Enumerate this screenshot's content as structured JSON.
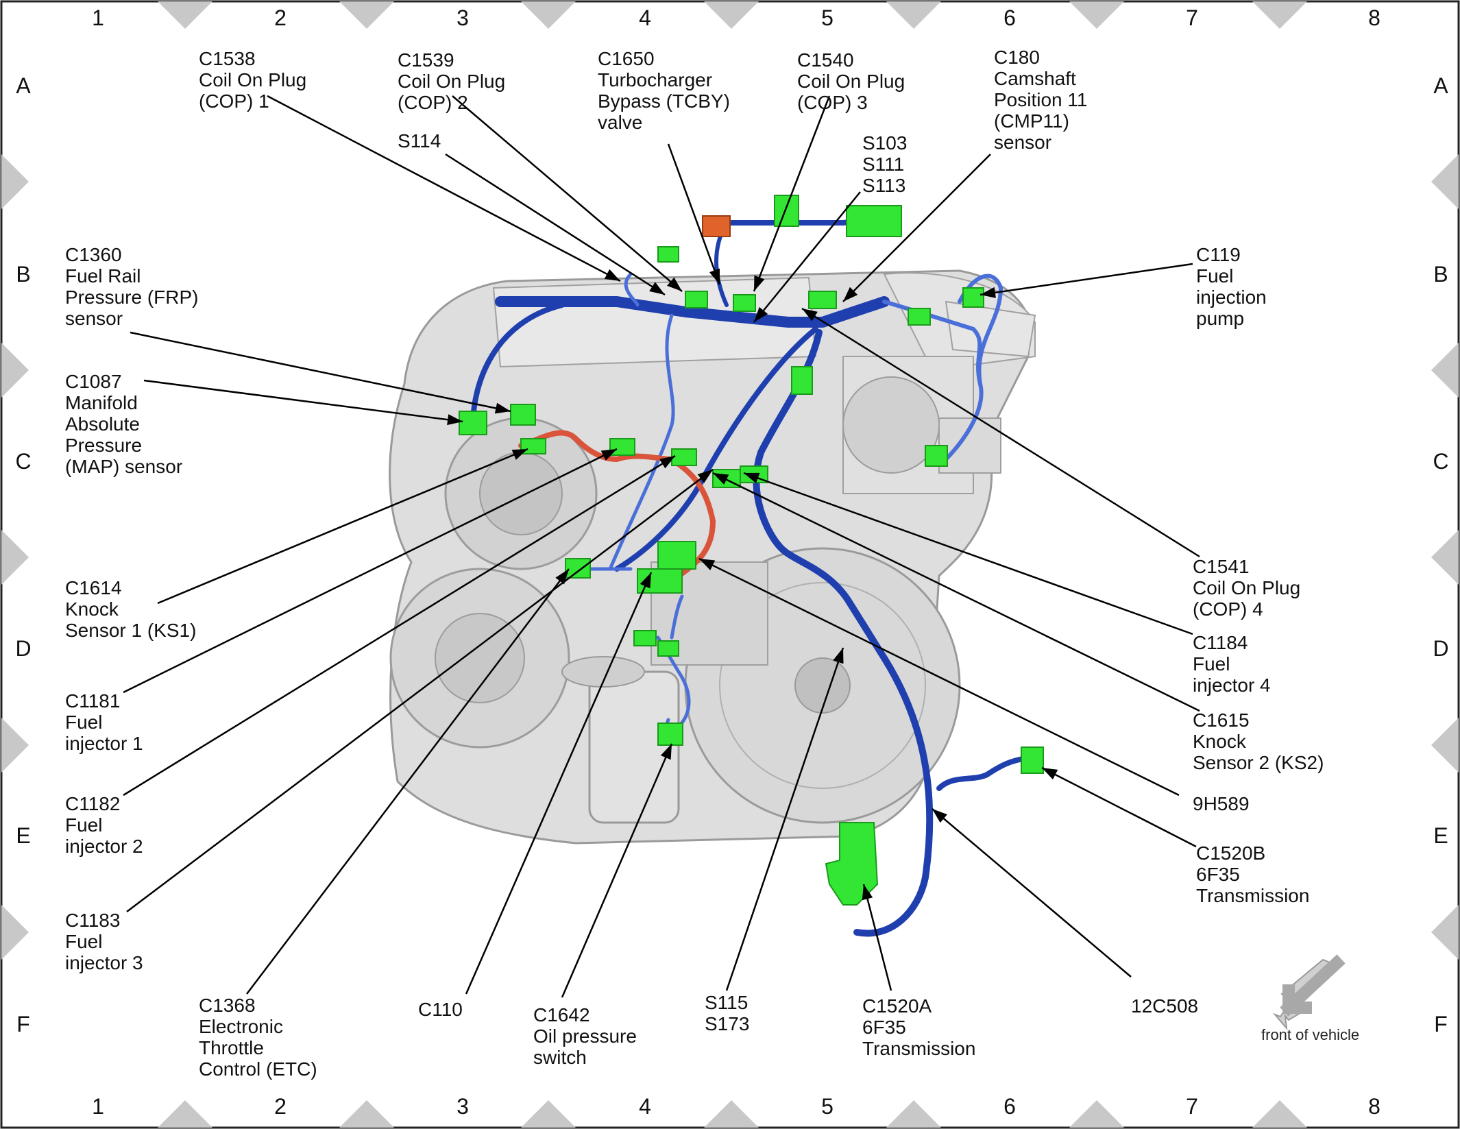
{
  "grid": {
    "columns": [
      "1",
      "2",
      "3",
      "4",
      "5",
      "6",
      "7",
      "8"
    ],
    "rows": [
      "A",
      "B",
      "C",
      "D",
      "E",
      "F"
    ]
  },
  "callouts": [
    {
      "id": "c1538",
      "lines": [
        "C1538",
        "Coil On Plug",
        "(COP) 1"
      ]
    },
    {
      "id": "c1539",
      "lines": [
        "C1539",
        "Coil On Plug",
        "(COP) 2"
      ]
    },
    {
      "id": "c1650",
      "lines": [
        "C1650",
        "Turbocharger",
        "Bypass (TCBY)",
        "valve"
      ]
    },
    {
      "id": "c1540",
      "lines": [
        "C1540",
        "Coil On Plug",
        "(COP) 3"
      ]
    },
    {
      "id": "c180",
      "lines": [
        "C180",
        "Camshaft",
        "Position 11",
        "(CMP11)",
        "sensor"
      ]
    },
    {
      "id": "s114",
      "lines": [
        "S114"
      ]
    },
    {
      "id": "s103",
      "lines": [
        "S103",
        "S111",
        "S113"
      ]
    },
    {
      "id": "c1360",
      "lines": [
        "C1360",
        "Fuel Rail",
        "Pressure (FRP)",
        "sensor"
      ]
    },
    {
      "id": "c119",
      "lines": [
        "C119",
        "Fuel",
        "injection",
        "pump"
      ]
    },
    {
      "id": "c1087",
      "lines": [
        "C1087",
        "Manifold",
        "Absolute",
        "Pressure",
        "(MAP) sensor"
      ]
    },
    {
      "id": "c1614",
      "lines": [
        "C1614",
        "Knock",
        "Sensor 1 (KS1)"
      ]
    },
    {
      "id": "c1541",
      "lines": [
        "C1541",
        "Coil On Plug",
        "(COP) 4"
      ]
    },
    {
      "id": "c1181",
      "lines": [
        "C1181",
        "Fuel",
        "injector 1"
      ]
    },
    {
      "id": "c1184",
      "lines": [
        "C1184",
        "Fuel",
        "injector 4"
      ]
    },
    {
      "id": "c1615",
      "lines": [
        "C1615",
        "Knock",
        "Sensor 2 (KS2)"
      ]
    },
    {
      "id": "c1182",
      "lines": [
        "C1182",
        "Fuel",
        "injector 2"
      ]
    },
    {
      "id": "h9589",
      "lines": [
        "9H589"
      ]
    },
    {
      "id": "c1520b",
      "lines": [
        "C1520B",
        "6F35",
        "Transmission"
      ]
    },
    {
      "id": "c1183",
      "lines": [
        "C1183",
        "Fuel",
        "injector 3"
      ]
    },
    {
      "id": "c1368",
      "lines": [
        "C1368",
        "Electronic",
        "Throttle",
        "Control (ETC)"
      ]
    },
    {
      "id": "c110",
      "lines": [
        "C110"
      ]
    },
    {
      "id": "c1642",
      "lines": [
        "C1642",
        "Oil pressure",
        "switch"
      ]
    },
    {
      "id": "s115",
      "lines": [
        "S115",
        "S173"
      ]
    },
    {
      "id": "c1520a",
      "lines": [
        "C1520A",
        "6F35",
        "Transmission"
      ]
    },
    {
      "id": "c12508",
      "lines": [
        "12C508"
      ]
    }
  ],
  "front_of_vehicle": "front of vehicle",
  "colors": {
    "harness": "#1f3fae",
    "harness_light": "#4a6fd8",
    "connector": "#33e633",
    "connector_dark": "#1a9a1a",
    "red_wire": "#d9543a",
    "orange_part": "#e0642a",
    "engine": "#dcdcdc",
    "engine_dark": "#a8a8a8",
    "border_tri": "#c8c8c8"
  }
}
